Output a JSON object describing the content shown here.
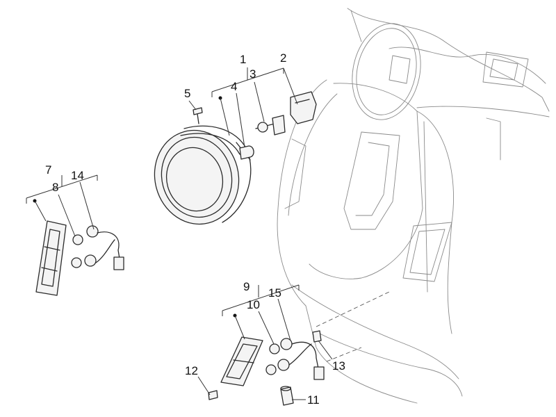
{
  "callouts": [
    {
      "id": "c1",
      "text": "1"
    },
    {
      "id": "c2",
      "text": "2"
    },
    {
      "id": "c3",
      "text": "3"
    },
    {
      "id": "c4",
      "text": "4"
    },
    {
      "id": "c5",
      "text": "5"
    },
    {
      "id": "c7",
      "text": "7"
    },
    {
      "id": "c8",
      "text": "8"
    },
    {
      "id": "c9",
      "text": "9"
    },
    {
      "id": "c10",
      "text": "10"
    },
    {
      "id": "c11",
      "text": "11"
    },
    {
      "id": "c12",
      "text": "12"
    },
    {
      "id": "c13",
      "text": "13"
    },
    {
      "id": "c14",
      "text": "14"
    },
    {
      "id": "c15",
      "text": "15"
    }
  ],
  "colors": {
    "line": "#2a2a2a",
    "body_outline": "#8a8a8a",
    "background": "#ffffff"
  }
}
